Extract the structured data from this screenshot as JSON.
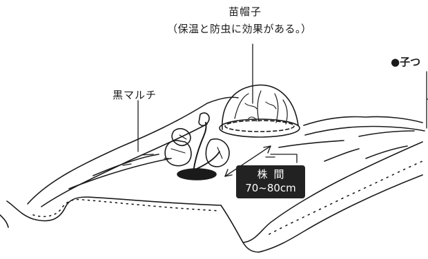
{
  "labels": {
    "cap_title": "苗帽子",
    "cap_note": "（保温と防虫に効果がある。）",
    "mulch": "黒マルチ",
    "side_heading": "●子つ",
    "spacing_label": "株間",
    "spacing_value": "70~80cm"
  },
  "colors": {
    "ink": "#1a1a1a",
    "label_box": "#222222",
    "label_text": "#ffffff"
  }
}
